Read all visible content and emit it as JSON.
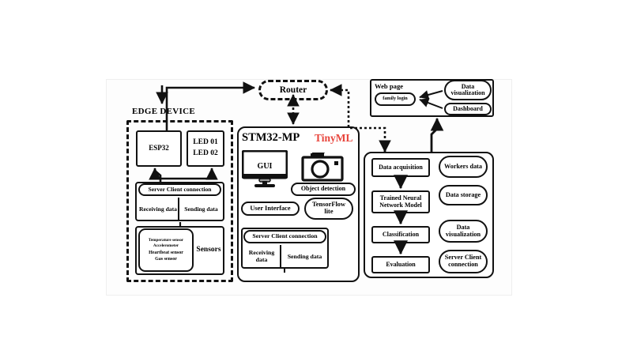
{
  "diagram": {
    "title_edge_device": "EDGE DEVICE",
    "router": {
      "label": "Router"
    },
    "edge_device": {
      "esp32": "ESP32",
      "led01": "LED 01",
      "led02": "LED 02",
      "server_client_connection": "Server Client connection",
      "receiving_data": "Receiving data",
      "sending_data": "Sending data",
      "sensors_label": "Sensors",
      "sensors": [
        "Temperature sensor",
        "Accelerometer",
        "Heartbeat sensor",
        "Gas sensor"
      ]
    },
    "stm32": {
      "title": "STM32-MP",
      "tinyml": "TinyML",
      "gui": "GUI",
      "camera_icon": "camera-icon",
      "object_detection": "Object detection",
      "user_interface": "User Interface",
      "tensorflow_lite": "TensorFlow lite",
      "server_client_connection": "Server Client connection",
      "receiving_data": "Receiving data",
      "sending_data": "Sending data"
    },
    "web_page": {
      "title": "Web page",
      "family_login": "family login",
      "data_visualization": "Data visualization",
      "dashboard": "Dashboard"
    },
    "server": {
      "pipeline": [
        "Data acquisition",
        "Trained Neural Network Model",
        "Classification",
        "Evaluation"
      ],
      "services": [
        "Workers data",
        "Data storage",
        "Data visualization",
        "Server Client connection"
      ]
    },
    "colors": {
      "stroke": "#111111",
      "accent_red": "#e8453c",
      "background": "#ffffff",
      "panel": "#fdfdfd"
    }
  }
}
